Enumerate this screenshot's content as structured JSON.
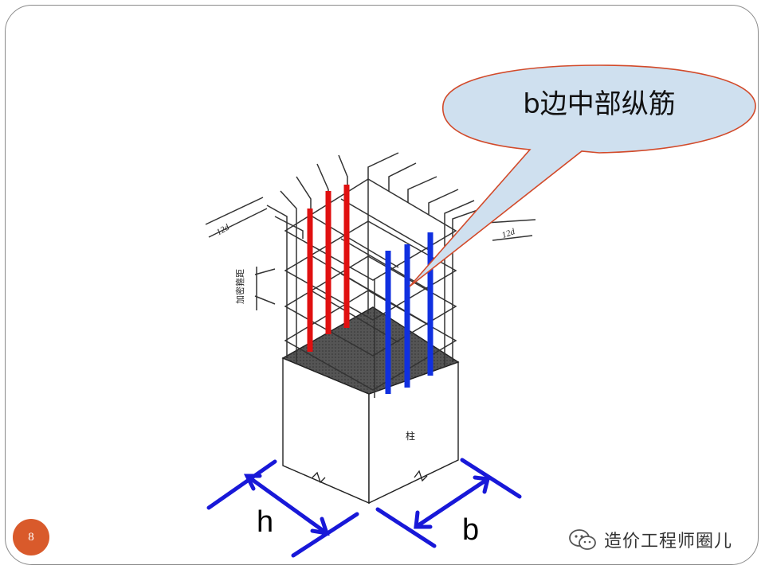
{
  "callout": {
    "text": "b边中部纵筋"
  },
  "labels": {
    "h": "h",
    "b": "b",
    "dim_left": "12d",
    "dim_right": "12d",
    "vertical_note": "加密箍距",
    "column": "柱"
  },
  "page_number": "8",
  "watermark": {
    "text": "造价工程师圈儿",
    "icon": "wechat-icon"
  },
  "colors": {
    "h_side_bars": "#e01010",
    "b_side_bars": "#1030e0",
    "dimension_arrows": "#1818d8",
    "callout_fill": "#cfe0ef",
    "callout_border": "#d24a2a",
    "badge": "#d95a2b"
  }
}
